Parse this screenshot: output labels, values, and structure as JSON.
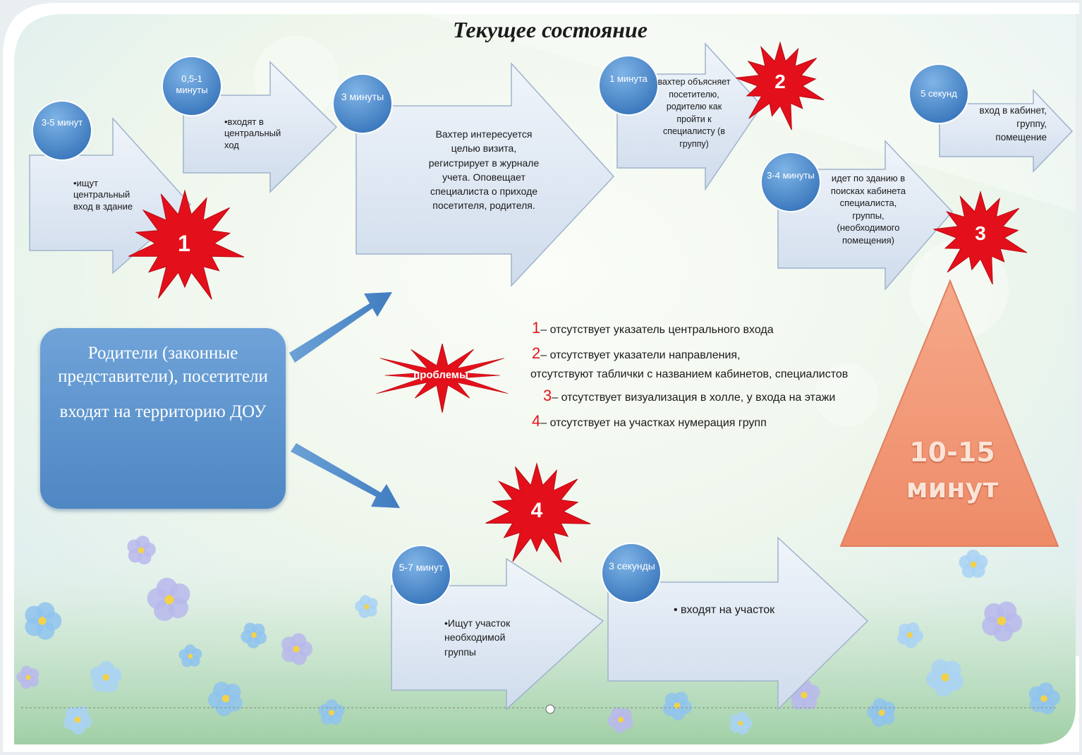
{
  "title": "Текущее состояние",
  "steps": [
    {
      "id": "s1",
      "time": "3-5 минут",
      "text": "•ищут центральный вход в здание"
    },
    {
      "id": "s2",
      "time": "0,5-1 минуты",
      "text": "•входят в центральный ход"
    },
    {
      "id": "s3",
      "time": "3 минуты",
      "text": "Вахтер интересуется целью визита, регистрирует в журнале учета. Оповещает специалиста о приходе посетителя, родителя."
    },
    {
      "id": "s4",
      "time": "1 минута",
      "text": "вахтер объясняет посетителю, родителю как пройти к специалисту (в группу)"
    },
    {
      "id": "s5",
      "time": "5 секунд",
      "text": "вход в кабинет, группу, помещение"
    },
    {
      "id": "s6",
      "time": "3-4 минуты",
      "text": "идет по зданию в поисках кабинета специалиста, группы, (необходимого помещения)"
    },
    {
      "id": "s7",
      "time": "5-7 минут",
      "text": "•Ищут участок необходимой группы"
    },
    {
      "id": "s8",
      "time": "3 секунды",
      "text": "• входят на участок"
    }
  ],
  "parents_box": {
    "line1": "Родители (законные представители), посетители",
    "line2": "входят на территорию ДОУ"
  },
  "problems_label": "проблемы",
  "bursts": [
    "1",
    "2",
    "3",
    "4"
  ],
  "legend": [
    {
      "num": "1",
      "text": "– отсутствует указатель  центрального входа"
    },
    {
      "num": "2",
      "text": "– отсутствует указатели направления,"
    },
    {
      "num": "",
      "text": "отсутствуют таблички с названием кабинетов, специалистов"
    },
    {
      "num": "3",
      "text": "– отсутствует визуализация в холле, у входа на этажи"
    },
    {
      "num": "4",
      "text": "– отсутствует на участках нумерация групп"
    }
  ],
  "total": {
    "line1": "10-15",
    "line2": "минут"
  },
  "colors": {
    "arrow_fill": "#dde6f2",
    "circle": "#4f8fcf",
    "burst": "#e3101b",
    "triangle": "#f29c7c",
    "box": "#5b93cf"
  }
}
